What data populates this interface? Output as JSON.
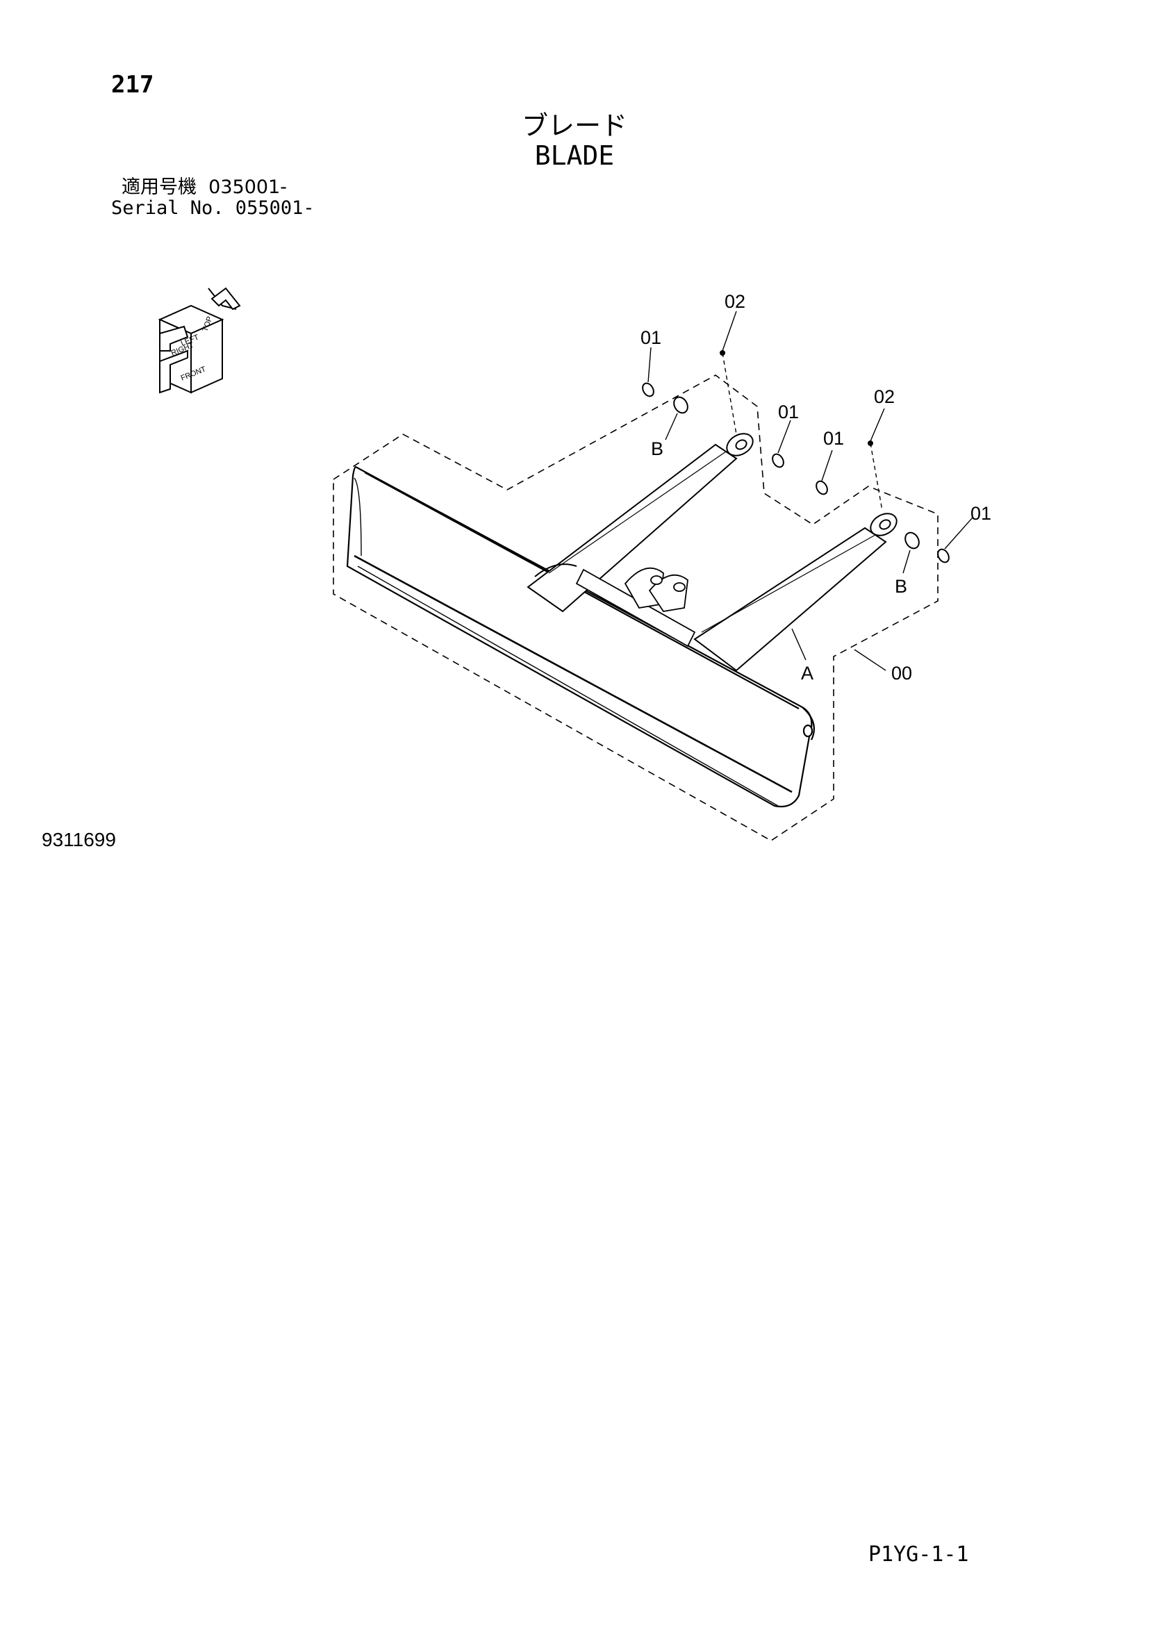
{
  "header": {
    "page_number": "217",
    "title_jp": "ブレード",
    "title_en": "BLADE",
    "serial_line_1": "適用号機  035001-",
    "serial_line_2": "Serial No. 055001-"
  },
  "orientation": {
    "labels": [
      "LEFT",
      "TOP",
      "RIGHT",
      "FRONT"
    ]
  },
  "callouts": {
    "c01_a": "01",
    "c02_a": "02",
    "c01_b": "01",
    "c01_c": "01",
    "c02_b": "02",
    "c01_d": "01",
    "b_a": "B",
    "b_b": "B",
    "a": "A",
    "c00": "00"
  },
  "footer": {
    "drawing_number": "9311699",
    "page_code": "P1YG-1-1"
  }
}
